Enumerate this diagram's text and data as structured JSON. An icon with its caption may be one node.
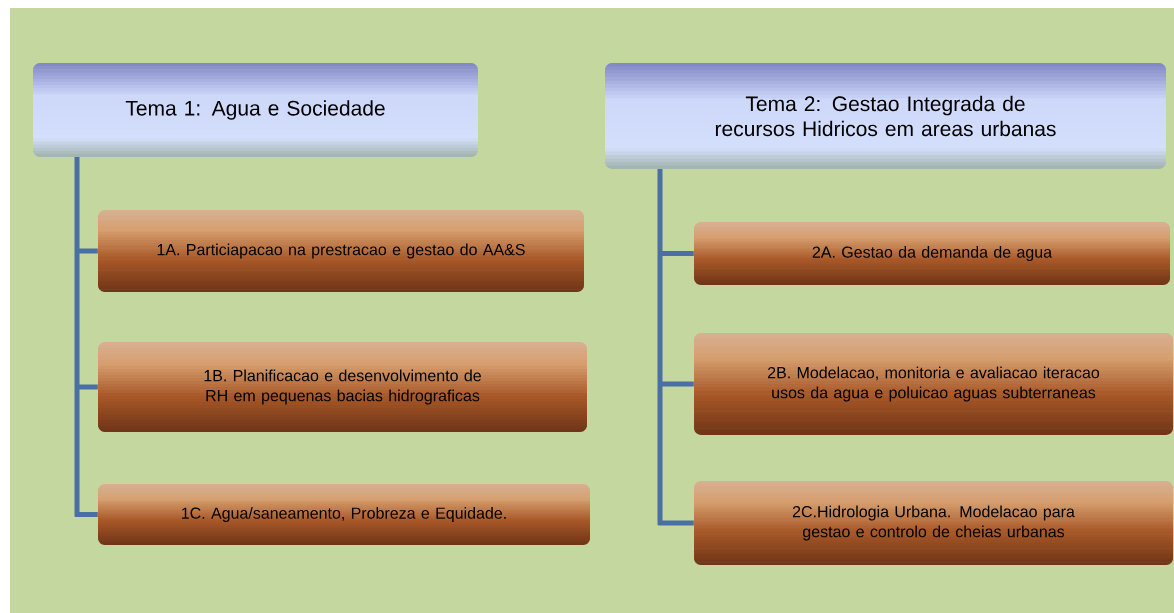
{
  "diagram": {
    "nodes": [
      {
        "text": [
          "Tema 1:  Agua e Sociedade"
        ]
      },
      {
        "text": [
          "1A. Particiapacao na prestracao e gestao do AA&S"
        ]
      },
      {
        "text": [
          "1B. Planificacao e desenvolvimento de RH  em pequenas bacias hidrograficas"
        ]
      },
      {
        "text": [
          "1C. Agua/saneamento, Probreza e Equidade."
        ]
      },
      {
        "text": [
          "Tema 2: Gestao Integrada de recursos Hidricos em areas urbanas"
        ]
      },
      {
        "text": [
          "2A. Gestao da demanda de agua"
        ]
      },
      {
        "text": [
          "2B. Modelacao, monitoria e avaliacao iteracao usos da agua e poluicao aguas subterraneas"
        ]
      },
      {
        "text": [
          "2C.Hidrologia Urbana. Modelacao para gestao e controlo de cheias urbanas"
        ]
      }
    ],
    "edges": [
      {
        "from": 0,
        "to": 1,
        "arrow": "none"
      },
      {
        "from": 0,
        "to": 2,
        "arrow": "none"
      },
      {
        "from": 0,
        "to": 3,
        "arrow": "none"
      },
      {
        "from": 4,
        "to": 5,
        "arrow": "none"
      },
      {
        "from": 4,
        "to": 6,
        "arrow": "none"
      },
      {
        "from": 4,
        "to": 7,
        "arrow": "none"
      }
    ]
  }
}
